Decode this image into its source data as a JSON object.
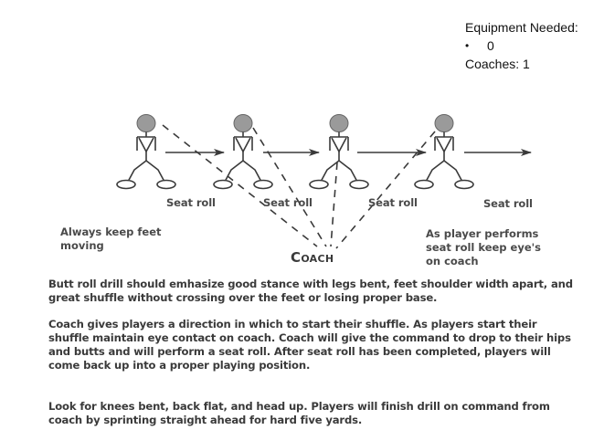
{
  "equipment_box": {
    "heading": "Equipment Needed:",
    "items": [
      "0"
    ],
    "coaches_line": "Coaches: 1"
  },
  "diagram": {
    "players": [
      {
        "id": "player-1",
        "label": "Seat roll"
      },
      {
        "id": "player-2",
        "label": "Seat roll"
      },
      {
        "id": "player-3",
        "label": "Seat roll"
      },
      {
        "id": "player-4",
        "label": "Seat roll"
      }
    ],
    "coach_label_first": "C",
    "coach_label_rest": "OACH",
    "left_note": "Always keep feet moving",
    "right_note": "As player performs seat roll keep eye's on coach",
    "colors": {
      "head_fill": "#9a9a9a",
      "line": "#3a3a3a"
    }
  },
  "paragraphs": [
    "Butt roll drill should emhasize good stance with legs bent, feet shoulder width apart, and great shuffle without crossing over the feet or losing proper base.",
    "Coach gives players a direction in which to start their shuffle.  As players start their shuffle maintain eye contact on coach.  Coach will give the command to drop to their hips and butts and will perform a seat roll.  After seat roll has been completed, players will come back up into a proper playing position.",
    "Look for knees bent, back flat, and head up.  Players will finish drill on command from coach by sprinting straight ahead for hard five yards."
  ]
}
